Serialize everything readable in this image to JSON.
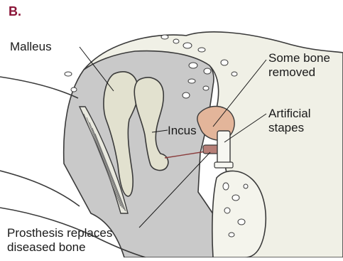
{
  "panel_letter": "B.",
  "labels": {
    "malleus": "Malleus",
    "incus": "Incus",
    "bone_removed_line1": "Some bone",
    "bone_removed_line2": "removed",
    "stapes_line1": "Artificial",
    "stapes_line2": "stapes",
    "prosthesis_line1": "Prosthesis replaces",
    "prosthesis_line2": "diseased bone"
  },
  "colors": {
    "panel_letter": "#8a1538",
    "cavity": "#c9c9c9",
    "bone": "#f0f0e6",
    "ossicle": "#e2e1cf",
    "removed_bone": "#e3b59a",
    "prosthesis": "#b77f78",
    "outline": "#3a3a3a"
  }
}
